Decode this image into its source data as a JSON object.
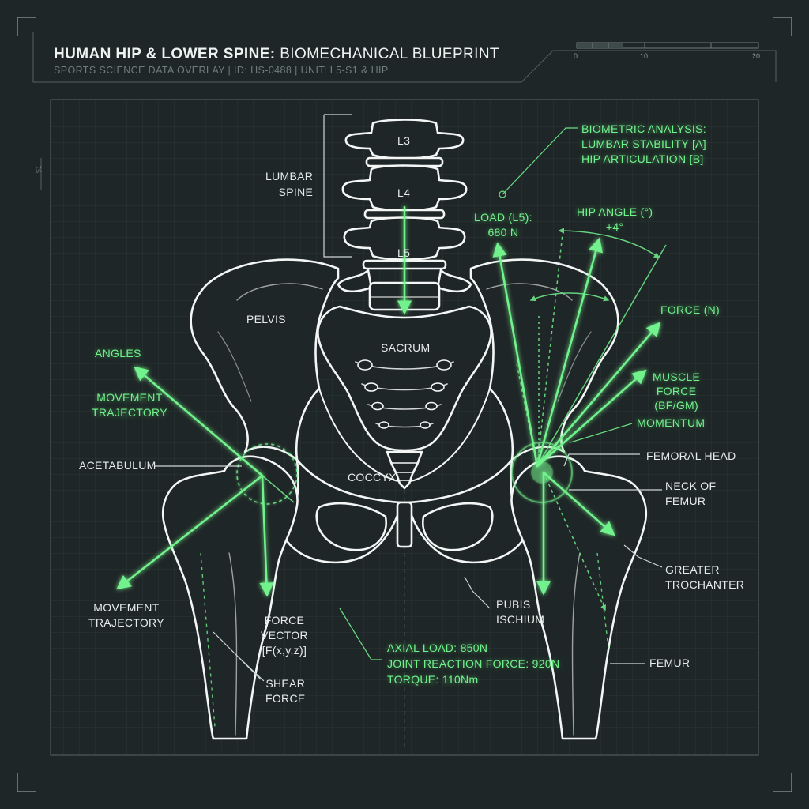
{
  "header": {
    "title_bold": "HUMAN HIP & LOWER SPINE:",
    "title_rest": " BIOMECHANICAL BLUEPRINT",
    "subtitle": "SPORTS SCIENCE DATA OVERLAY | ID: HS-0488 | UNIT: L5-S1 & HIP"
  },
  "scale": {
    "ticks": [
      "0",
      "10",
      "20"
    ],
    "side_label": "S1"
  },
  "vertebrae": {
    "l3": "L3",
    "l4": "L4",
    "l5": "L5"
  },
  "labels": {
    "lumbar_spine": [
      "LUMBAR",
      "SPINE"
    ],
    "pelvis": "PELVIS",
    "sacrum": "SACRUM",
    "coccyx": "COCCYX",
    "acetabulum": "ACETABULUM",
    "femoral_head": "FEMORAL HEAD",
    "neck_of_femur": [
      "NECK OF",
      "FEMUR"
    ],
    "greater_trochanter": [
      "GREATER",
      "TROCHANTER"
    ],
    "femur": "FEMUR",
    "pubis_ischium": [
      "PUBIS",
      "ISCHIUM"
    ],
    "shear_force": [
      "SHEAR",
      "FORCE"
    ],
    "force_vector": [
      "FORCE",
      "VECTOR",
      "[F(x,y,z)]"
    ],
    "movement_trajectory_bottom": [
      "MOVEMENT",
      "TRAJECTORY"
    ]
  },
  "green_labels": {
    "biometric": [
      "BIOMETRIC ANALYSIS:",
      "LUMBAR STABILITY [A]",
      "HIP ARTICULATION [B]"
    ],
    "load": [
      "LOAD (L5):",
      "680 N"
    ],
    "hip_angle": [
      "HIP ANGLE (°)",
      "+4°"
    ],
    "force_n": "FORCE (N)",
    "muscle_force": [
      "MUSCLE",
      "FORCE",
      "(BF/GM)"
    ],
    "momentum": "MOMENTUM",
    "angles": "ANGLES",
    "movement_trajectory_top": [
      "MOVEMENT",
      "TRAJECTORY"
    ],
    "metrics": [
      "AXIAL LOAD: 850N",
      "JOINT REACTION FORCE: 920N",
      "TORQUE: 110Nm"
    ]
  },
  "colors": {
    "background": "#1f2627",
    "bone": "#ffffff",
    "accent": "#72f28c",
    "grid": "#34403f"
  }
}
